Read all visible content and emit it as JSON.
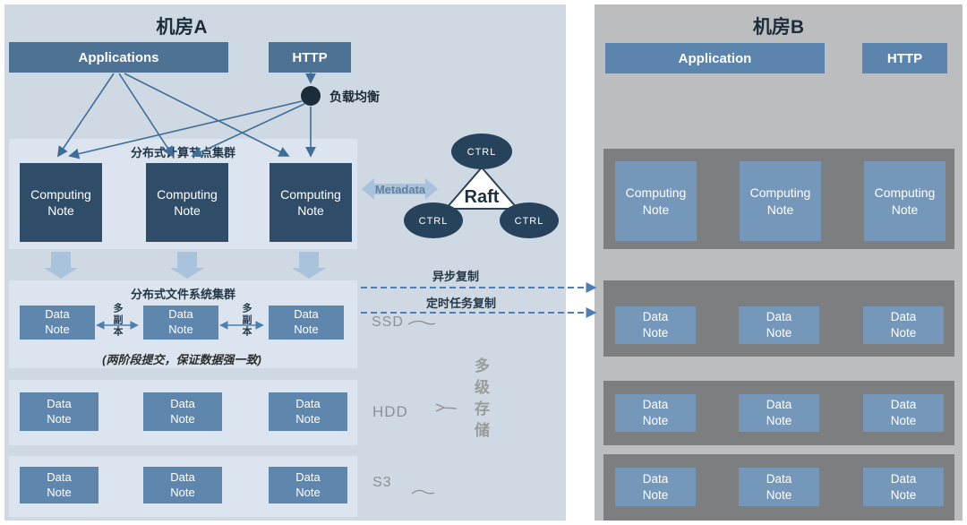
{
  "colors": {
    "room_a_bg": "#cfd9e3",
    "room_b_bg": "#bcbdbe",
    "inner_container_a": "#dce5ef",
    "inner_container_b": "#7d7e80",
    "header_box_a": "#4d7294",
    "header_box_b": "#5b85ac",
    "computing_node_a": "#2f4d68",
    "data_node_a": "#5f87ae",
    "node_b": "#7597ba",
    "thin_arrow": "#3f6d98",
    "dashed_arrow": "#4c80b2",
    "block_arrow": "#a9c3dc",
    "load_balancer_dot": "#1d2c3a",
    "ctrl_ellipse": "#26435b"
  },
  "room_a": {
    "title": "机房A",
    "applications_label": "Applications",
    "http_label": "HTTP",
    "load_balancer_label": "负载均衡",
    "metadata_label": "Metadata",
    "computing_cluster": {
      "title": "分布式计算节点集群",
      "nodes": [
        "Computing\nNote",
        "Computing\nNote",
        "Computing\nNote"
      ]
    },
    "file_cluster": {
      "title": "分布式文件系统集群",
      "nodes": [
        "Data\nNote",
        "Data\nNote",
        "Data\nNote"
      ],
      "replica_label_left": "多副本",
      "replica_label_right": "多副本",
      "consistency_note": "(两阶段提交，保证数据强一致)"
    },
    "hdd_row": {
      "nodes": [
        "Data\nNote",
        "Data\nNote",
        "Data\nNote"
      ]
    },
    "s3_row": {
      "nodes": [
        "Data\nNote",
        "Data\nNote",
        "Data\nNote"
      ]
    },
    "storage_tiers": {
      "ssd": "SSD",
      "hdd": "HDD",
      "s3": "S3",
      "multi_tier": "多级存储"
    },
    "raft": {
      "label": "Raft",
      "ctrl_nodes": [
        "CTRL",
        "CTRL",
        "CTRL"
      ]
    },
    "replication": {
      "async_label": "异步复制",
      "scheduled_label": "定时任务复制"
    }
  },
  "room_b": {
    "title": "机房B",
    "application_label": "Application",
    "http_label": "HTTP",
    "computing_nodes": [
      "Computing\nNote",
      "Computing\nNote",
      "Computing\nNote"
    ],
    "data_rows": [
      [
        "Data\nNote",
        "Data\nNote",
        "Data\nNote"
      ],
      [
        "Data\nNote",
        "Data\nNote",
        "Data\nNote"
      ],
      [
        "Data\nNote",
        "Data\nNote",
        "Data\nNote"
      ]
    ]
  }
}
